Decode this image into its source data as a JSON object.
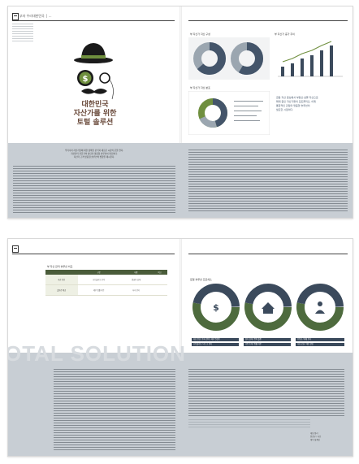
{
  "spread1": {
    "header_left": "부자 우리대한민국 │ ...",
    "title_ko": "대한민국\n자산가를 위한\n토털 솔루션",
    "intro_lines": [
      "우리나라 자산가들에 대한 정확한 분석과 새로운 시장의 문을 연다.",
      "자산관리 전문가의 상담과 맞춤형 솔루션이 필요하다.",
      "자산가 고객 맞춤형 솔루션의 방향을 제시한다."
    ],
    "chart_left_caption": "부 자산가 자산 구성",
    "chart_right_caption": "부 자산가 증가 추이",
    "chart_bottom_caption": "부 자산가 자산 분포",
    "quote_lines": [
      "금융 자산 중심에서 부동산·실물 자산으로",
      "확대 중인 자산가들의 포트폴리오, 이제",
      "통합적인 관점의 맞춤형 솔루션이",
      "필요한 시점이다."
    ]
  },
  "spread2": {
    "solution_text": "OTAL SOLUTION",
    "table_caption": "부 자산 관리 솔루션 비교",
    "table_headers": [
      "",
      "구분",
      "내용",
      "비고"
    ],
    "table_rows": [
      [
        "자산 진단",
        "포트폴리오 분석",
        "맞춤형 설계"
      ],
      [
        "솔루션 제공",
        "세무·법률 자문",
        "사후 관리"
      ]
    ],
    "diagram_caption": "토털 솔루션 프로세스",
    "circle_labels": [
      [
        "자산 진단 / 투자 전략 / 세무 컨설팅",
        "포트폴리오 / 리스크 관리"
      ],
      [
        "상속 설계 / 증여 플랜",
        "가업 승계 / 법률 자문"
      ],
      [
        "부동산 / 대체 투자",
        "사회 공헌 / 재단 설립"
      ]
    ],
    "signature_lines": [
      "대담·정리",
      "편집부 / 사진",
      "재무 설계팀"
    ]
  },
  "colors": {
    "gray_band": "#c8ced4",
    "donut_dark": "#44556a",
    "donut_light": "#9ba6b0",
    "green": "#4e6b3e",
    "navy": "#3b4a5c",
    "title_brown": "#6a4a3b"
  },
  "icons": [
    "bowler-hat-icon",
    "dollar-monocle-icon",
    "mustache-icon",
    "house-icon",
    "person-icon"
  ]
}
